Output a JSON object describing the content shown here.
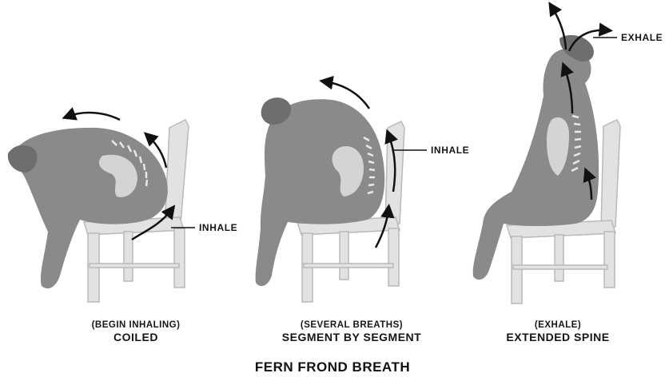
{
  "title": "FERN FROND BREATH",
  "panels": [
    {
      "subtitle": "(BEGIN INHALING)",
      "label": "COILED",
      "callouts": [
        "INHALE"
      ]
    },
    {
      "subtitle": "(SEVERAL BREATHS)",
      "label": "SEGMENT BY SEGMENT",
      "callouts": [
        "INHALE"
      ]
    },
    {
      "subtitle": "(EXHALE)",
      "label": "EXTENDED SPINE",
      "callouts": [
        "EXHALE"
      ]
    }
  ],
  "colors": {
    "figure": "#8a8a8a",
    "figure_shadow": "#6e6e6e",
    "chair": "#e2e2e2",
    "chair_edge": "#b9b9b9",
    "arrow": "#111111",
    "lung": "#d4d4d4"
  }
}
